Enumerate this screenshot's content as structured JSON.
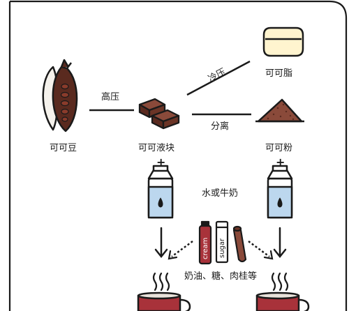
{
  "steps": {
    "high_pressure": "高压",
    "cold_press": "冷压",
    "separate": "分离"
  },
  "products": {
    "bean": "可可豆",
    "liquor": "可可液块",
    "butter": "可可脂",
    "powder": "可可粉"
  },
  "plus_sign": "+",
  "liquid": "水或牛奶",
  "additives": {
    "caption": "奶油、糖、肉桂等",
    "cream_text": "cream",
    "sugar_text": "sugar"
  },
  "colors": {
    "outline": "#1a1a1a",
    "cacao_dark": "#5a2a1f",
    "cacao_mid": "#6b3426",
    "butter": "#fff4cf",
    "milk_blue": "#bcd7ee",
    "mug_red": "#a8323a"
  },
  "icons": [
    "cacao-pod-icon",
    "chocolate-block-icon",
    "butter-block-icon",
    "powder-pile-icon",
    "milk-carton-icon",
    "cream-tube-icon",
    "sugar-stick-icon",
    "cinnamon-stick-icon",
    "hot-mug-icon"
  ]
}
